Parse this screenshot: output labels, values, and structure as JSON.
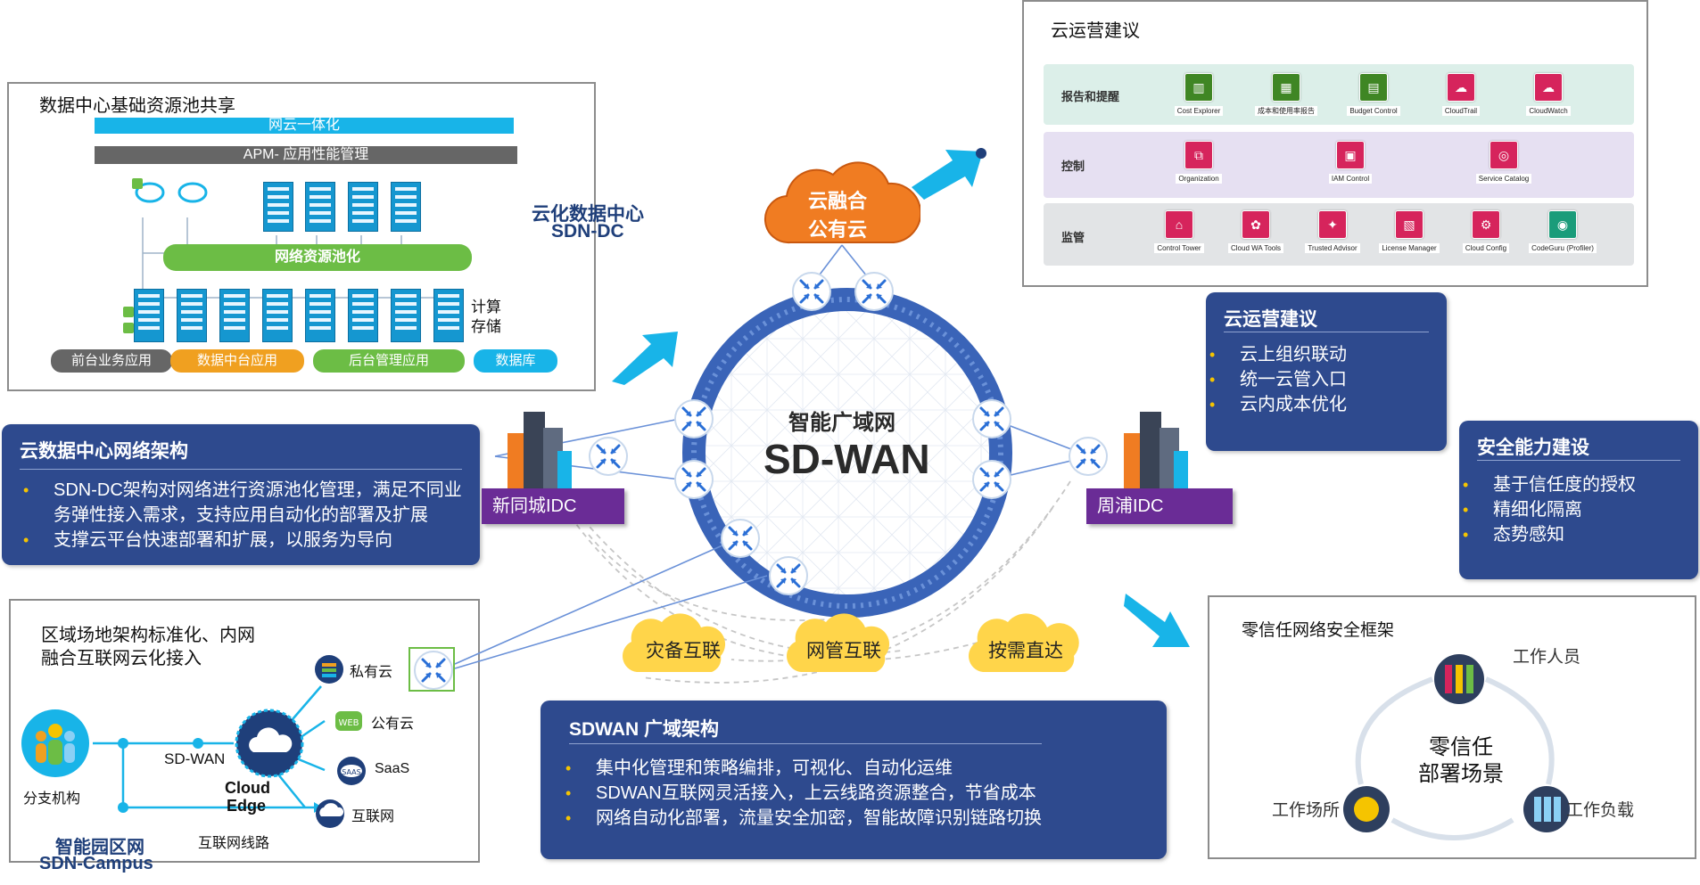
{
  "dc_panel": {
    "title": "数据中心基础资源池共享",
    "bar_network_cloud": "网云一体化",
    "bar_apm": "APM- 应用性能管理",
    "bar_pool": "网络资源池化",
    "compute": "计算",
    "storage": "存储",
    "apps": [
      "前台业务应用",
      "数据中台应用",
      "后台管理应用",
      "数据库"
    ]
  },
  "sdn_dc": {
    "line1": "云化数据中心",
    "line2": "SDN-DC"
  },
  "dc_arch": {
    "title": "云数据中心网络架构",
    "items": [
      "SDN-DC架构对网络进行资源池化管理，满足不同业务弹性接入需求，支持应用自动化的部署及扩展",
      "支撑云平台快速部署和扩展，以服务为导向"
    ]
  },
  "campus": {
    "title_line1": "区域场地架构标准化、内网",
    "title_line2": "融合互联网云化接入",
    "branch": "分支机构",
    "sdwan": "SD-WAN",
    "cloud_edge_1": "Cloud",
    "cloud_edge_2": "Edge",
    "internet_line": "互联网线路",
    "private_cloud": "私有云",
    "public_cloud": "公有云",
    "saas": "SaaS",
    "internet": "互联网",
    "footer1": "智能园区网",
    "footer2": "SDN-Campus"
  },
  "center": {
    "cloud_line1": "云融合",
    "cloud_line2": "公有云",
    "ring_title": "智能广域网",
    "ring_big": "SD-WAN",
    "idc_left": "新同城IDC",
    "idc_right": "周浦IDC",
    "clouds": [
      "灾备互联",
      "网管互联",
      "按需直达"
    ]
  },
  "sdwan_arch": {
    "title": "SDWAN 广域架构",
    "items": [
      "集中化管理和策略编排，可视化、自动化运维",
      "SDWAN互联网灵活接入，上云线路资源整合，节省成本",
      "网络自动化部署，流量安全加密，智能故障识别链路切换"
    ]
  },
  "cloud_ops_panel": {
    "title": "云运营建议",
    "rows": [
      {
        "label": "报告和提醒",
        "apps": [
          "Cost Explorer",
          "成本和使用率报告",
          "Budget Control",
          "CloudTrail",
          "CloudWatch"
        ]
      },
      {
        "label": "控制",
        "apps": [
          "Organization",
          "IAM Control",
          "Service Catalog"
        ]
      },
      {
        "label": "监管",
        "apps": [
          "Control Tower",
          "Cloud WA Tools",
          "Trusted Advisor",
          "License Manager",
          "Cloud Config",
          "CodeGuru (Profiler)"
        ]
      }
    ]
  },
  "cloud_ops": {
    "title": "云运营建议",
    "items": [
      "云上组织联动",
      "统一云管入口",
      "云内成本优化"
    ]
  },
  "security": {
    "title": "安全能力建设",
    "items": [
      "基于信任度的授权",
      "精细化隔离",
      "态势感知"
    ]
  },
  "zero_trust": {
    "title": "零信任网络安全框架",
    "center1": "零信任",
    "center2": "部署场景",
    "people": "工作人员",
    "place": "工作场所",
    "load": "工作负载"
  },
  "colors": {
    "navy": "#2e4a8e",
    "cyan": "#18b4e8",
    "green": "#6cbd45",
    "orange": "#f0a020",
    "purple": "#6a2c96",
    "cloud_orange": "#f07c22",
    "cloud_yellow": "#ffd54a"
  }
}
